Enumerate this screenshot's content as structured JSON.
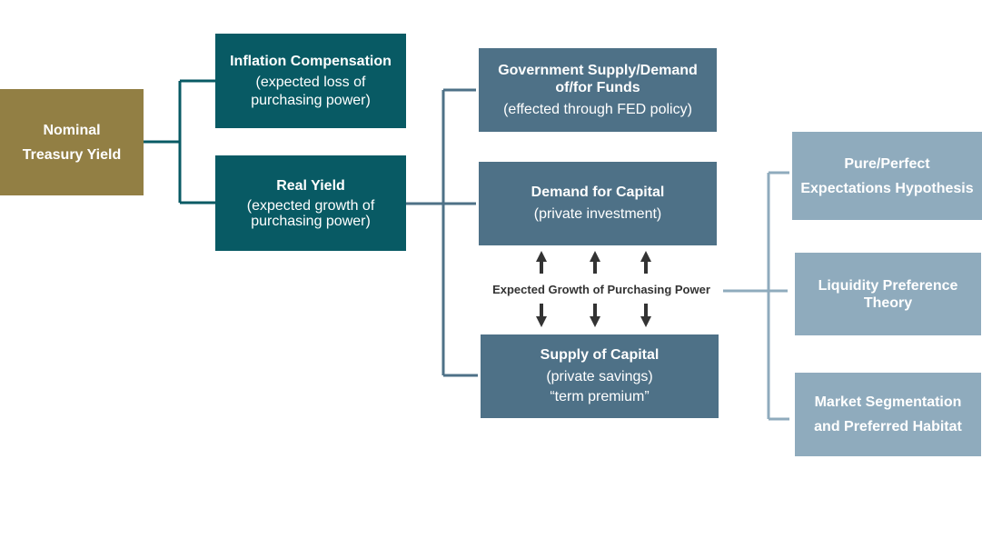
{
  "colors": {
    "nominal": "#927f44",
    "teal": "#085a64",
    "slate": "#4e7187",
    "light": "#8fabbd",
    "arrow": "#333333"
  },
  "nominal": {
    "line1": "Nominal",
    "line2": "Treasury Yield"
  },
  "inflation": {
    "title": "Inflation Compensation",
    "sub1": "(expected loss of",
    "sub2": "purchasing power)"
  },
  "real_yield": {
    "title": "Real Yield",
    "sub1": "(expected growth of",
    "sub2": "purchasing power)"
  },
  "gov_supply": {
    "title1": "Government Supply/Demand",
    "title2": "of/for Funds",
    "sub": "(effected through FED policy)"
  },
  "demand_capital": {
    "title": "Demand for Capital",
    "sub": "(private investment)"
  },
  "supply_capital": {
    "title": "Supply of Capital",
    "sub1": "(private savings)",
    "sub2": "“term premium”"
  },
  "center_label": "Expected Growth of Purchasing Power",
  "theories": {
    "pure": {
      "line1": "Pure/Perfect",
      "line2": "Expectations Hypothesis"
    },
    "liquidity": {
      "line1": "Liquidity Preference",
      "line2": "Theory"
    },
    "market": {
      "line1": "Market Segmentation",
      "line2": "and Preferred Habitat"
    }
  }
}
